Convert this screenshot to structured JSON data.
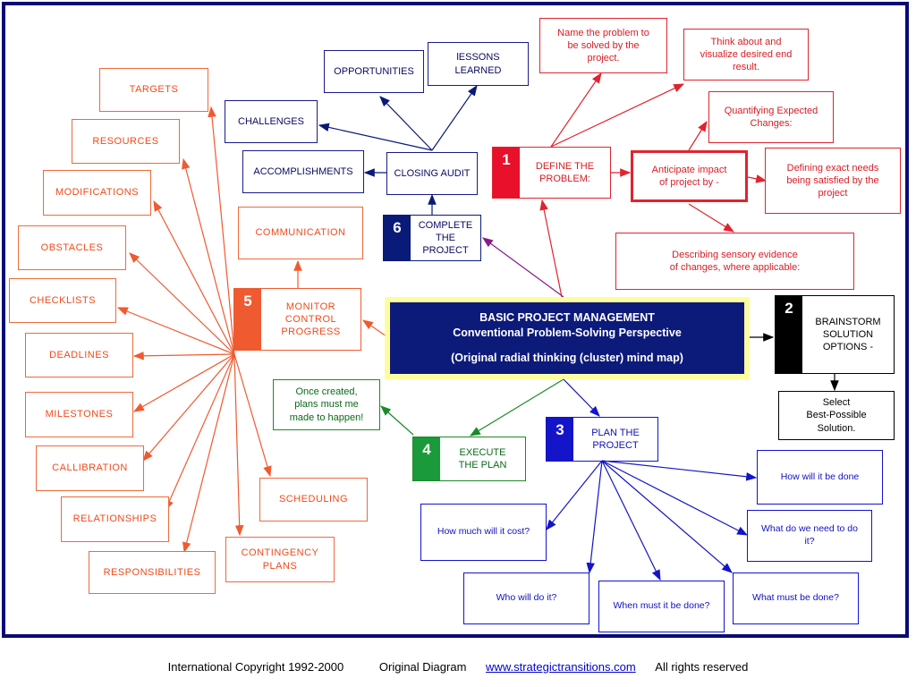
{
  "center": {
    "line1": "BASIC PROJECT MANAGEMENT",
    "line2": "Conventional Problem-Solving Perspective",
    "line3": "(Original radial thinking (cluster) mind map)"
  },
  "stages": {
    "s1": {
      "num": "1",
      "label": "DEFINE THE\nPROBLEM:",
      "color": "#e8102a"
    },
    "s2": {
      "num": "2",
      "label": "BRAINSTORM\nSOLUTION\nOPTIONS -",
      "color": "#000000"
    },
    "s3": {
      "num": "3",
      "label": "PLAN THE\nPROJECT",
      "color": "#1414c8"
    },
    "s4": {
      "num": "4",
      "label": "EXECUTE\nTHE PLAN",
      "color": "#1a9a3a"
    },
    "s5": {
      "num": "5",
      "label": "MONITOR\nCONTROL\nPROGRESS",
      "color": "#f05a30"
    },
    "s6": {
      "num": "6",
      "label": "COMPLETE\nTHE\nPROJECT",
      "color": "#0a1a78"
    }
  },
  "define": {
    "name_problem": "Name the problem to\nbe solved by the\nproject.",
    "visualize": "Think about and\nvisualize desired end\nresult.",
    "anticipate": "Anticipate impact\nof project by -",
    "quantifying": "Quantifying Expected\nChanges:",
    "defining": "Defining exact needs\nbeing satisfied by the\nproject",
    "describing": "Describing sensory evidence\nof changes, where applicable:"
  },
  "brainstorm": {
    "select": "Select\nBest-Possible\nSolution."
  },
  "plan": {
    "how": "How will it be done",
    "cost": "How much will it cost?",
    "what_need": "What do we need to do\nit?",
    "who": "Who will do it?",
    "when": "When must it be done?",
    "what_must": "What must be done?"
  },
  "execute": {
    "note": "Once created,\nplans must me\nmade to happen!"
  },
  "closing": {
    "audit": "CLOSING AUDIT",
    "opportunities": "OPPORTUNITIES",
    "lessons": "lESSONS\nLEARNED",
    "challenges": "CHALLENGES",
    "accomplishments": "ACCOMPLISHMENTS"
  },
  "monitor": {
    "communication": "COMMUNICATION",
    "targets": "TARGETS",
    "resources": "RESOURCES",
    "modifications": "MODIFICATIONS",
    "obstacles": "OBSTACLES",
    "checklists": "CHECKLISTS",
    "deadlines": "DEADLINES",
    "milestones": "MILESTONES",
    "callibration": "CALLIBRATION",
    "relationships": "RELATIONSHIPS",
    "responsibilities": "RESPONSIBILITIES",
    "contingency": "CONTINGENCY\nPLANS",
    "scheduling": "SCHEDULING"
  },
  "footer": {
    "copyright": "International Copyright 1992-2000",
    "original": "Original Diagram",
    "link": "www.strategictransitions.com",
    "rights": "All rights reserved"
  },
  "colors": {
    "orange": "#f05a30",
    "red": "#e0242e",
    "navy": "#0a1a78",
    "blue": "#1414c8",
    "green": "#1a8a2a",
    "purple": "#8a1a8a",
    "frame": "#0a0a78",
    "center_bg": "#0c1a7a",
    "center_border": "#fdfda0"
  }
}
